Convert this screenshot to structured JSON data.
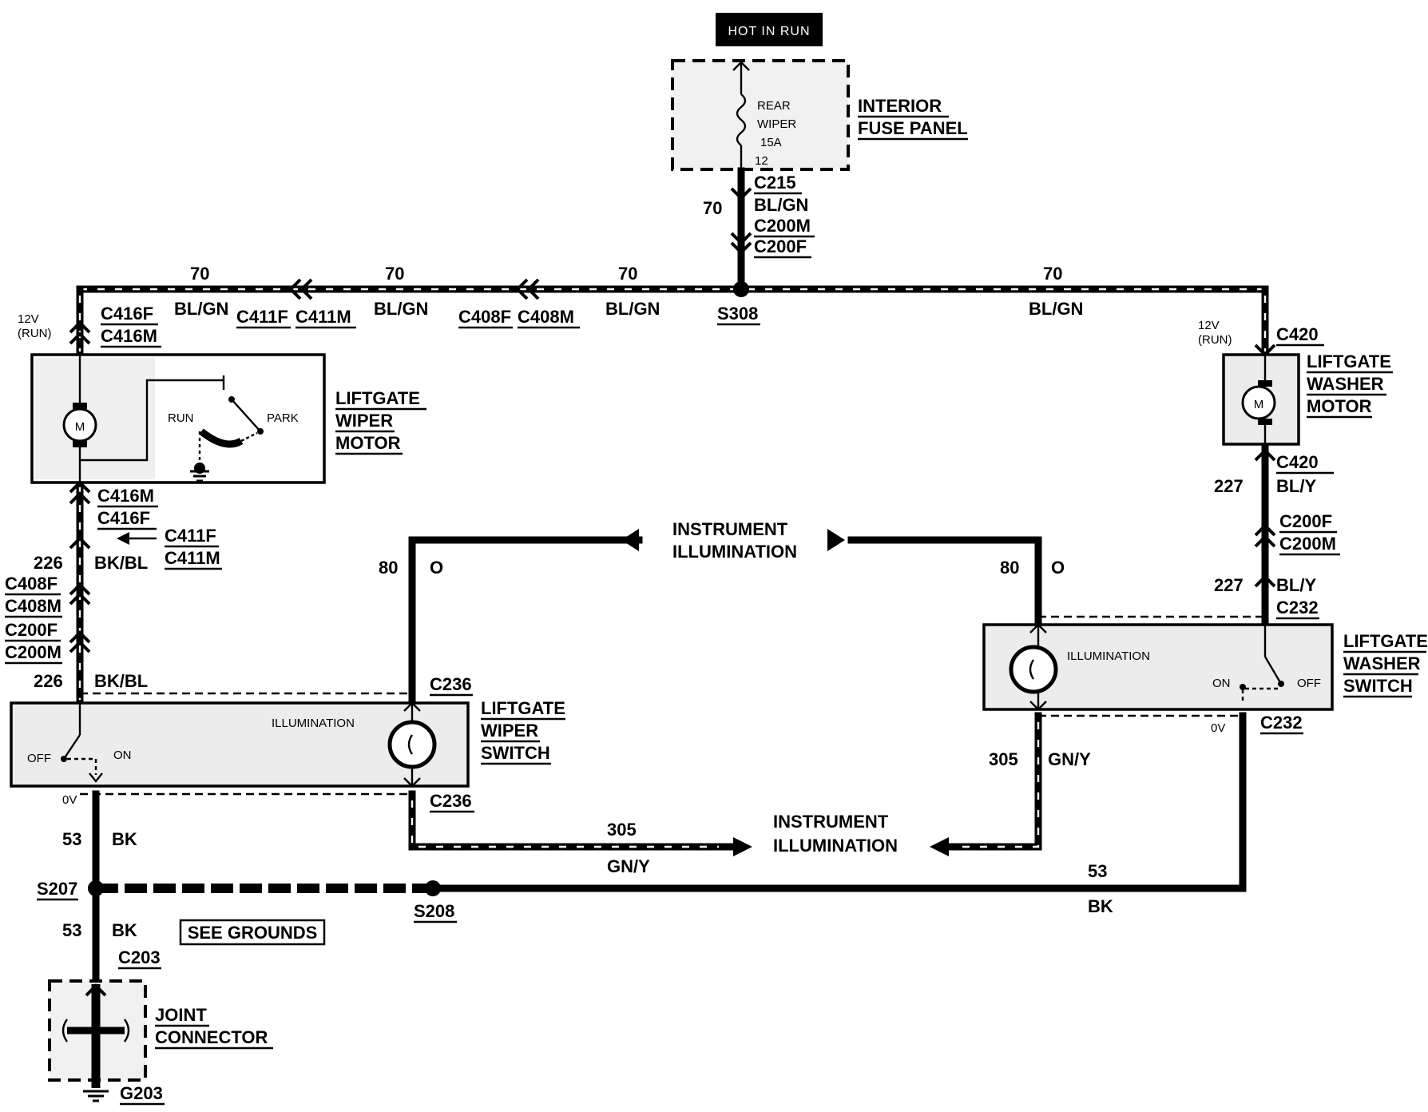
{
  "hot_label": "HOT IN RUN",
  "fuse_panel": {
    "name_1": "INTERIOR",
    "name_2": "FUSE PANEL",
    "fuse_1": "REAR",
    "fuse_2": "WIPER",
    "fuse_3": "15A",
    "pin": "12"
  },
  "feed": {
    "circuit": "70",
    "connector_1": "C215",
    "color": "BL/GN",
    "connector_2": "C200M",
    "connector_3": "C200F"
  },
  "top_run": {
    "c1": "70",
    "c2": "70",
    "c3": "70",
    "c4": "70",
    "col1": "BL/GN",
    "col2": "BL/GN",
    "col3": "BL/GN",
    "col4": "BL/GN",
    "conn_c411f": "C411F",
    "conn_c411m": "C411M",
    "conn_c408f": "C408F",
    "conn_c408m": "C408M",
    "splice": "S308"
  },
  "wiper_motor": {
    "v_1": "12V",
    "v_2": "(RUN)",
    "conn_top_1": "C416F",
    "conn_top_2": "C416M",
    "name_1": "LIFTGATE",
    "name_2": "WIPER",
    "name_3": "MOTOR",
    "run": "RUN",
    "park": "PARK",
    "m": "M",
    "conn_bot_1": "C416M",
    "conn_bot_2": "C416F",
    "conn_side_1": "C411F",
    "conn_side_2": "C411M",
    "circuit_a": "226",
    "color_a": "BK/BL",
    "conn_l_1": "C408F",
    "conn_l_2": "C408M",
    "conn_l_3": "C200F",
    "conn_l_4": "C200M",
    "circuit_b": "226",
    "color_b": "BK/BL"
  },
  "washer_motor": {
    "v_1": "12V",
    "v_2": "(RUN)",
    "conn_top": "C420",
    "name_1": "LIFTGATE",
    "name_2": "WASHER",
    "name_3": "MOTOR",
    "m": "M",
    "conn_bot": "C420",
    "circuit_a": "227",
    "color_a": "BL/Y",
    "conn_r_1": "C200F",
    "conn_r_2": "C200M",
    "circuit_b": "227",
    "color_b": "BL/Y",
    "conn_c232": "C232"
  },
  "instrument_top": {
    "line_1": "INSTRUMENT",
    "line_2": "ILLUMINATION",
    "left_circuit": "80",
    "left_color": "O",
    "right_circuit": "80",
    "right_color": "O"
  },
  "wiper_switch": {
    "conn_top": "C236",
    "name_1": "LIFTGATE",
    "name_2": "WIPER",
    "name_3": "SWITCH",
    "illum": "ILLUMINATION",
    "off": "OFF",
    "on": "ON",
    "zero_v": "0V",
    "conn_bot": "C236"
  },
  "washer_switch": {
    "name_1": "LIFTGATE",
    "name_2": "WASHER",
    "name_3": "SWITCH",
    "illum": "ILLUMINATION",
    "on": "ON",
    "off": "OFF",
    "zero_v": "0V",
    "conn_bot": "C232",
    "circuit": "305",
    "color": "GN/Y"
  },
  "instrument_bottom": {
    "line_1": "INSTRUMENT",
    "line_2": "ILLUMINATION",
    "circuit": "305",
    "color": "GN/Y"
  },
  "ground": {
    "circuit_a": "53",
    "color_a": "BK",
    "splice_a": "S207",
    "splice_b": "S208",
    "circuit_r": "53",
    "color_r": "BK",
    "circuit_b": "53",
    "color_b": "BK",
    "see": "SEE GROUNDS",
    "conn": "C203",
    "name_1": "JOINT",
    "name_2": "CONNECTOR",
    "ground": "G203"
  }
}
